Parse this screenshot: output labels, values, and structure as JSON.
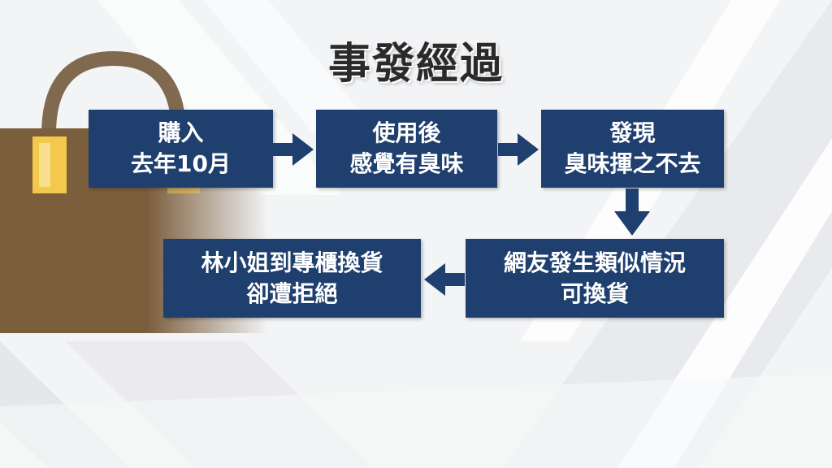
{
  "title": "事發經過",
  "colors": {
    "box": "#1f3f6e",
    "arrow": "#1f3f6e",
    "text": "#ffffff",
    "bag": "#7b5e3c",
    "tag": "#f2c94c"
  },
  "steps": [
    {
      "line1": "購入",
      "line2": "去年10月"
    },
    {
      "line1": "使用後",
      "line2": "感覺有臭味"
    },
    {
      "line1": "發現",
      "line2": "臭味揮之不去"
    },
    {
      "line1": "網友發生類似情況",
      "line2": "可換貨"
    },
    {
      "line1": "林小姐到專櫃換貨",
      "line2": "卻遭拒絕"
    }
  ],
  "connections": [
    {
      "from": 0,
      "to": 1,
      "direction": "right"
    },
    {
      "from": 1,
      "to": 2,
      "direction": "right"
    },
    {
      "from": 2,
      "to": 3,
      "direction": "down"
    },
    {
      "from": 3,
      "to": 4,
      "direction": "left"
    }
  ]
}
